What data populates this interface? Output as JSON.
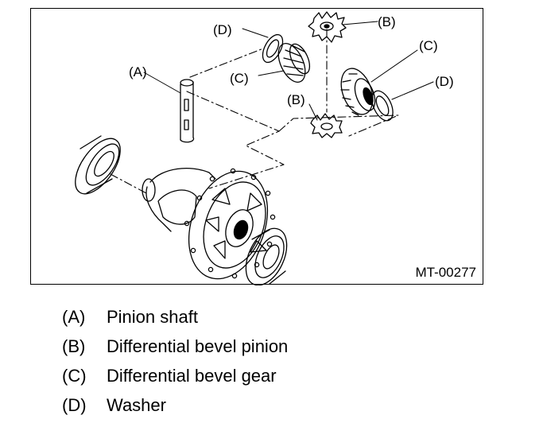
{
  "figure": {
    "code": "MT-00277",
    "callouts": {
      "d_top": "(D)",
      "b_top": "(B)",
      "c_right": "(C)",
      "a": "(A)",
      "c_left": "(C)",
      "d_right": "(D)",
      "b_bottom": "(B)"
    }
  },
  "legend": [
    {
      "key": "(A)",
      "label": "Pinion shaft"
    },
    {
      "key": "(B)",
      "label": "Differential bevel pinion"
    },
    {
      "key": "(C)",
      "label": "Differential bevel gear"
    },
    {
      "key": "(D)",
      "label": "Washer"
    }
  ]
}
